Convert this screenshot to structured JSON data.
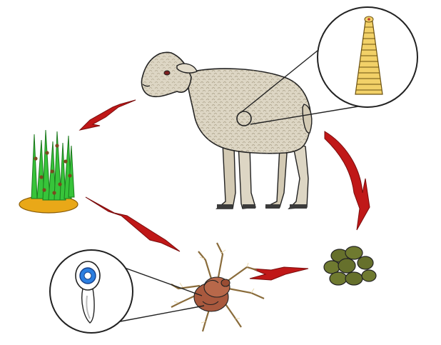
{
  "diagram": {
    "kind": "life-cycle",
    "stages": [
      {
        "id": "sheep",
        "label": ""
      },
      {
        "id": "tapeworm",
        "label": ""
      },
      {
        "id": "egg-cluster",
        "label": ""
      },
      {
        "id": "mite",
        "label": ""
      },
      {
        "id": "larva",
        "label": ""
      },
      {
        "id": "grass",
        "label": ""
      }
    ],
    "colors": {
      "arrow": "#c01818",
      "arrow_dark": "#7a0c0c",
      "wool": "#ddd6c4",
      "wool_shadow": "#b6ab90",
      "tapeworm": "#f2d168",
      "egg": "#66702c",
      "mite": "#a9593e",
      "grass": "#37c43a",
      "soil": "#e9a818",
      "larva_blue": "#2c7fe0"
    }
  }
}
